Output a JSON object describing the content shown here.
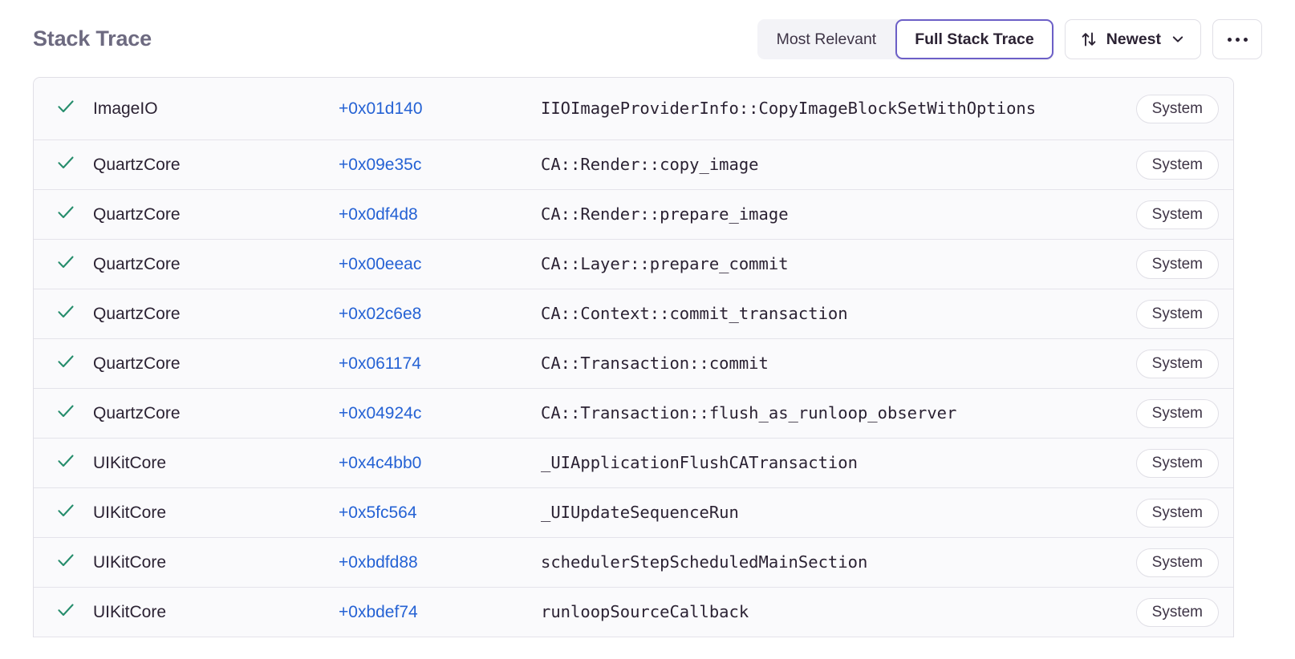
{
  "header": {
    "title": "Stack Trace",
    "segmented": {
      "options": [
        {
          "label": "Most Relevant",
          "selected": false
        },
        {
          "label": "Full Stack Trace",
          "selected": true
        }
      ]
    },
    "sort": {
      "icon": "sort-arrows-icon",
      "label": "Newest",
      "chevron": "chevron-down-icon"
    },
    "more": {
      "icon": "ellipsis-icon",
      "label": "..."
    }
  },
  "stack_trace": {
    "frames": [
      {
        "expanded": true,
        "module": "ImageIO",
        "offset": "+0x01d140",
        "symbol": "IIOImageProviderInfo::CopyImageBlockSetWithOptions",
        "tag": "System"
      },
      {
        "expanded": true,
        "module": "QuartzCore",
        "offset": "+0x09e35c",
        "symbol": "CA::Render::copy_image",
        "tag": "System"
      },
      {
        "expanded": true,
        "module": "QuartzCore",
        "offset": "+0x0df4d8",
        "symbol": "CA::Render::prepare_image",
        "tag": "System"
      },
      {
        "expanded": true,
        "module": "QuartzCore",
        "offset": "+0x00eeac",
        "symbol": "CA::Layer::prepare_commit",
        "tag": "System"
      },
      {
        "expanded": true,
        "module": "QuartzCore",
        "offset": "+0x02c6e8",
        "symbol": "CA::Context::commit_transaction",
        "tag": "System"
      },
      {
        "expanded": true,
        "module": "QuartzCore",
        "offset": "+0x061174",
        "symbol": "CA::Transaction::commit",
        "tag": "System"
      },
      {
        "expanded": true,
        "module": "QuartzCore",
        "offset": "+0x04924c",
        "symbol": "CA::Transaction::flush_as_runloop_observer",
        "tag": "System"
      },
      {
        "expanded": true,
        "module": "UIKitCore",
        "offset": "+0x4c4bb0",
        "symbol": "_UIApplicationFlushCATransaction",
        "tag": "System"
      },
      {
        "expanded": true,
        "module": "UIKitCore",
        "offset": "+0x5fc564",
        "symbol": "_UIUpdateSequenceRun",
        "tag": "System"
      },
      {
        "expanded": true,
        "module": "UIKitCore",
        "offset": "+0xbdfd88",
        "symbol": "schedulerStepScheduledMainSection",
        "tag": "System"
      },
      {
        "expanded": true,
        "module": "UIKitCore",
        "offset": "+0xbdef74",
        "symbol": "runloopSourceCallback",
        "tag": "System"
      }
    ]
  },
  "colors": {
    "accent_purple": "#6c5fc7",
    "link_blue": "#2562d4",
    "check_green": "#268d6c",
    "title_gray": "#6d6a80",
    "row_bg": "#fafafc",
    "border": "#e0dfe6"
  }
}
